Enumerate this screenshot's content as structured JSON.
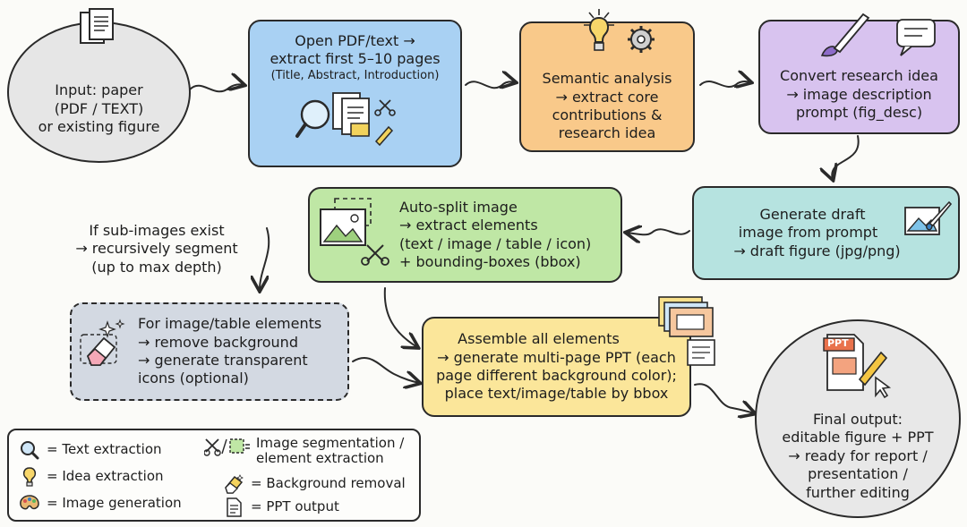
{
  "nodes": {
    "input": {
      "lines": [
        "Input: paper",
        "(PDF / TEXT)",
        "or existing figure"
      ]
    },
    "open_pdf": {
      "lines": [
        "Open PDF/text →",
        "extract first 5–10 pages"
      ],
      "sub": "(Title, Abstract, Introduction)"
    },
    "semantic": {
      "lines": [
        "Semantic analysis",
        "→ extract core",
        "contributions &",
        "research idea"
      ]
    },
    "convert": {
      "lines": [
        "Convert research idea",
        "→ image description",
        "prompt (fig_desc)"
      ]
    },
    "generate": {
      "lines": [
        "Generate draft",
        "image from prompt",
        "→ draft figure (jpg/png)"
      ]
    },
    "autosplit": {
      "lines": [
        "Auto-split image",
        "→ extract elements",
        "(text / image / table / icon)",
        "+ bounding-boxes (bbox)"
      ]
    },
    "subimages": {
      "lines": [
        "If sub-images exist",
        "→ recursively segment",
        "(up to max depth)"
      ]
    },
    "remove_bg": {
      "lines": [
        "For image/table elements",
        "→ remove background",
        "→ generate transparent",
        "icons (optional)"
      ]
    },
    "assemble": {
      "lines": [
        "Assemble all elements",
        "→ generate multi-page PPT (each",
        "page different background color);",
        "place text/image/table by bbox"
      ]
    },
    "final": {
      "lines": [
        "Final output:",
        "editable figure + PPT",
        "→ ready for report /",
        "presentation /",
        "further editing"
      ]
    }
  },
  "icons": {
    "ppt_label": "PPT"
  },
  "legend": [
    {
      "icon": "magnifier-icon",
      "label": "= Text extraction"
    },
    {
      "icon": "lightbulb-icon",
      "label": "= Idea extraction"
    },
    {
      "icon": "palette-icon",
      "label": "= Image generation"
    },
    {
      "icon": "scissors-frame-icon",
      "label": "Image segmentation /",
      "label2": "element extraction"
    },
    {
      "icon": "eraser-icon",
      "label": "= Background removal"
    },
    {
      "icon": "document-icon",
      "label": "= PPT output"
    }
  ],
  "colors": {
    "input": "#e6e6e6",
    "open_pdf": "#a9d1f3",
    "semantic": "#f9c98a",
    "convert": "#d8c3ef",
    "generate": "#b6e3e0",
    "autosplit": "#bfe7a5",
    "remove_bg": "#d3d9e2",
    "assemble": "#fbe69a",
    "final": "#e8e8e8",
    "stroke": "#2a2a2a"
  }
}
